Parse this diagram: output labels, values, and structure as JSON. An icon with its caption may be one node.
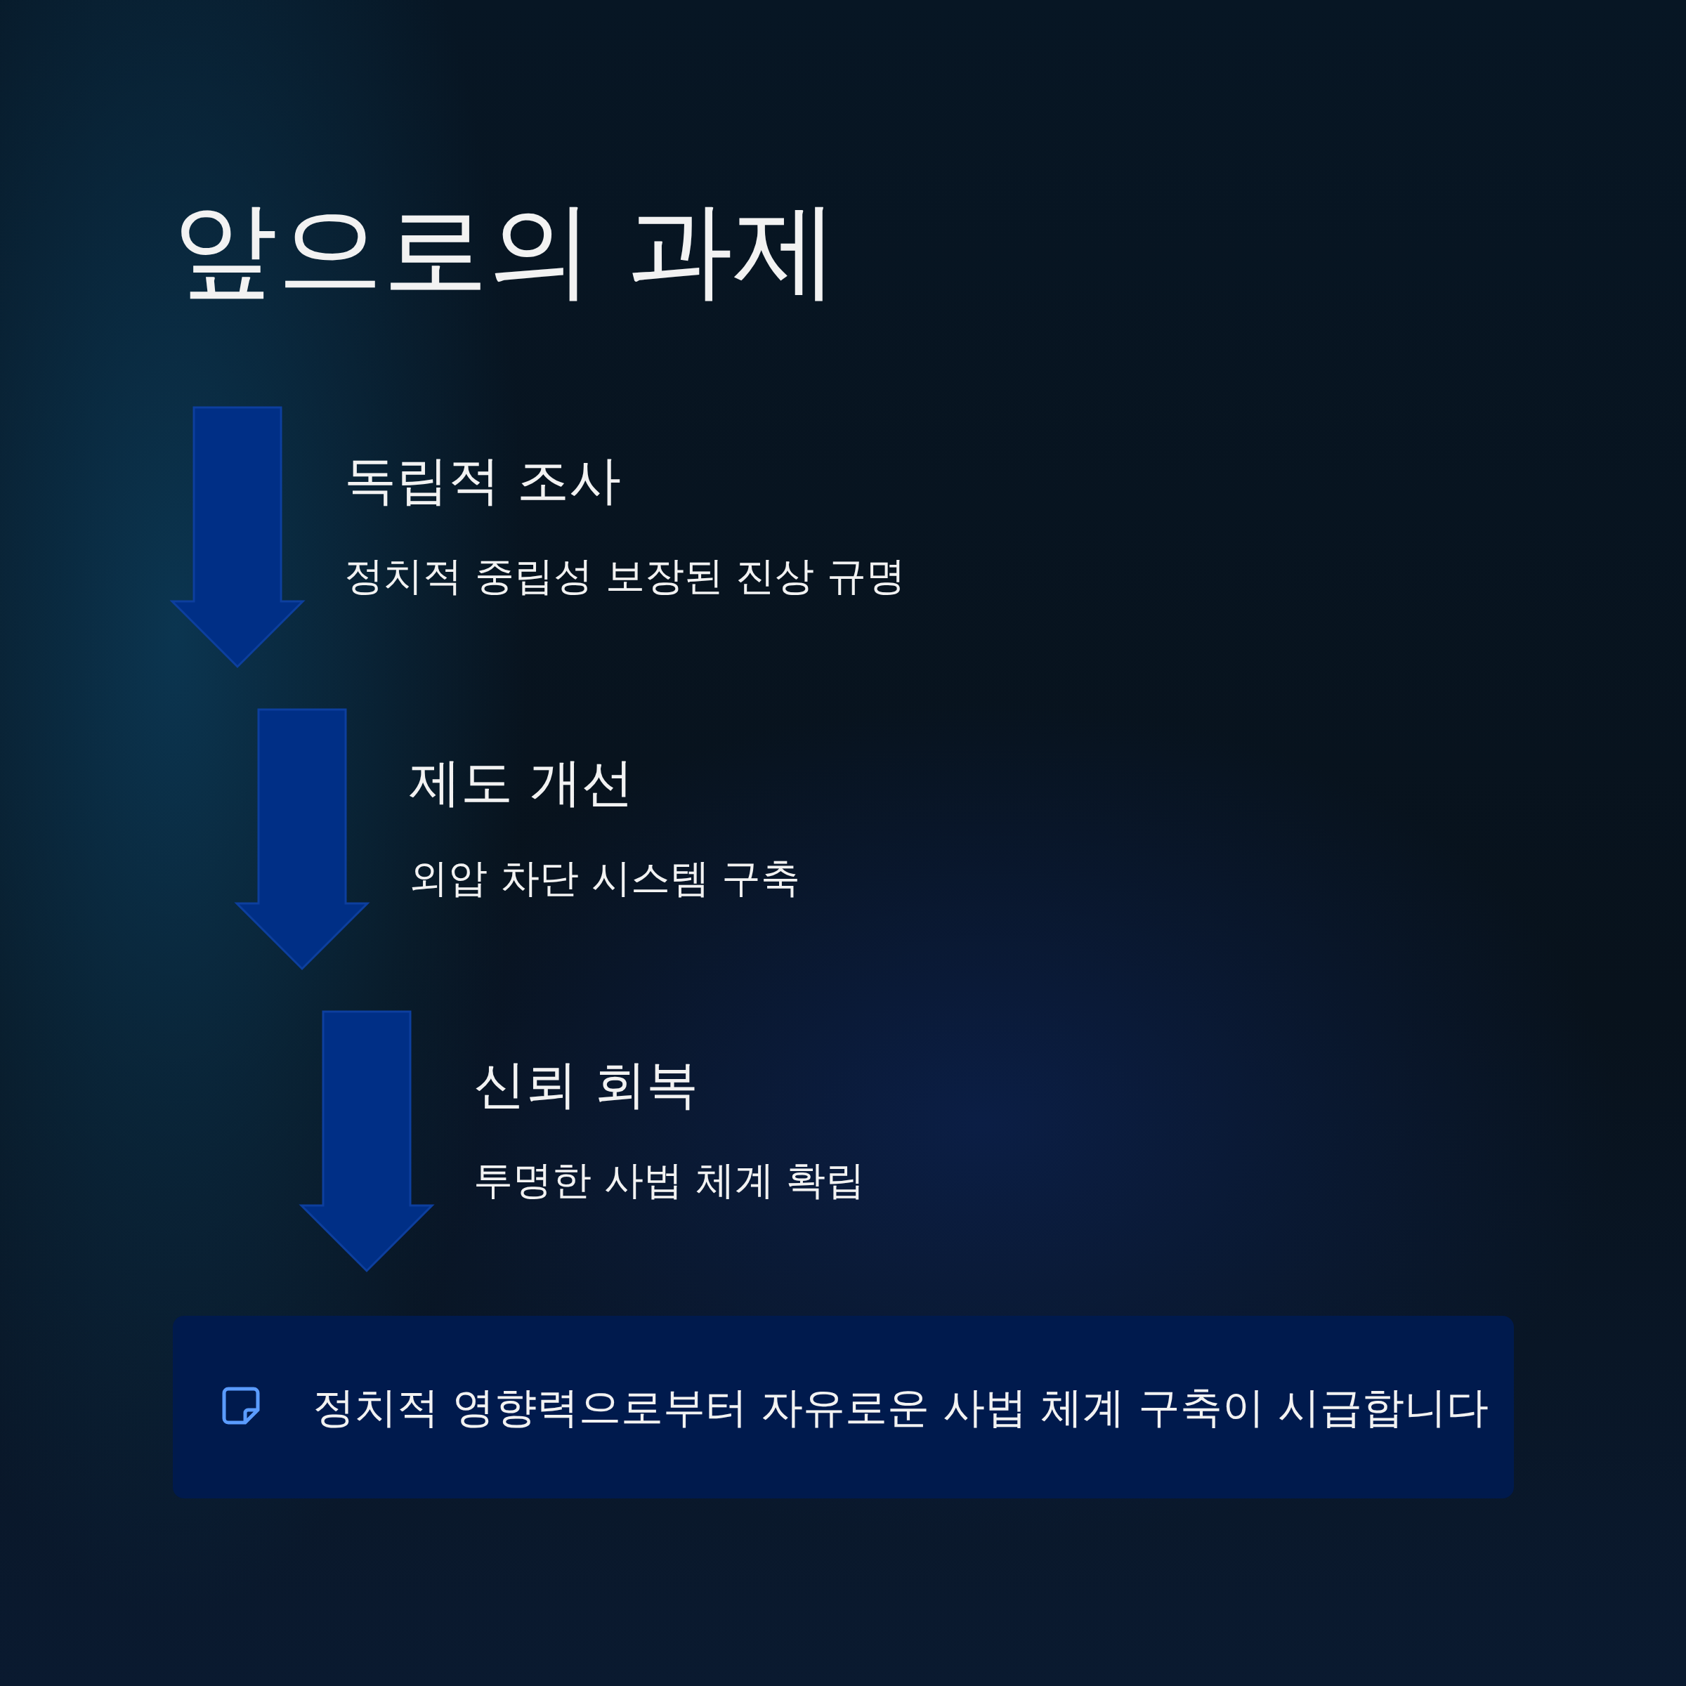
{
  "diagram": {
    "title": "앞으로의 과제",
    "nodes": [
      {
        "text": [
          "정치적 영향력으로부터 자유로운 사법 체계 구축이 시급합니다"
        ]
      }
    ],
    "labels": [
      "독립적 조사",
      "정치적 중립성 보장된 진상 규명",
      "제도 개선",
      "외압 차단 시스템 구축",
      "신뢰 회복",
      "투명한 사법 체계 확립"
    ]
  }
}
